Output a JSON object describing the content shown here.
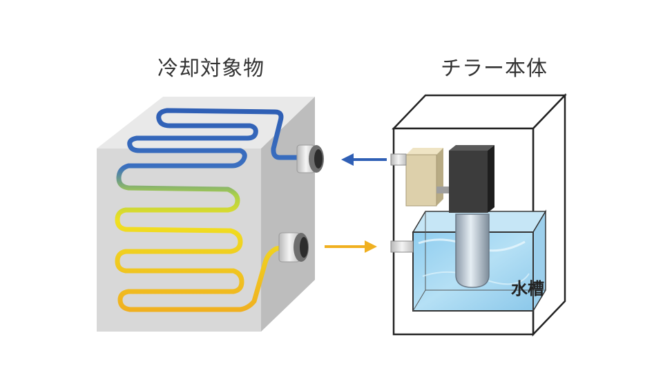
{
  "labels": {
    "cooling_target": "冷却対象物",
    "chiller_body": "チラー本体",
    "water_tank": "水槽"
  },
  "colors": {
    "cold_flow": "#2f5fb5",
    "warm_flow": "#f0b020",
    "water": "#9fd3ef",
    "cube_front": "#d6d6d6",
    "cube_top": "#e8e8e8"
  },
  "icons": [
    "return-arrow-icon",
    "outflow-arrow-icon"
  ]
}
